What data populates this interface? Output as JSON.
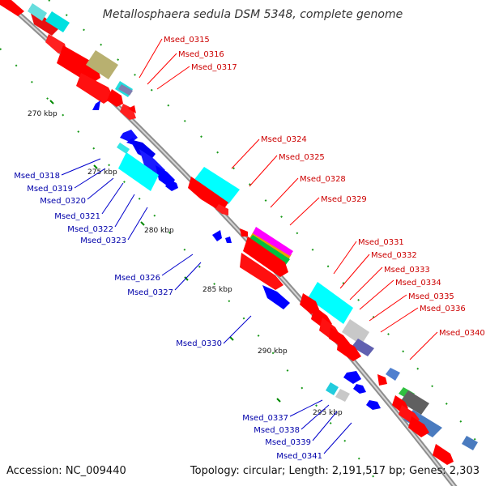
{
  "title": "Metallosphaera sedula DSM 5348, complete genome",
  "footer": {
    "accession": "Accession: NC_009440",
    "summary": "Topology: circular; Length: 2,191,517 bp; Genes: 2,303"
  },
  "colors": {
    "backbone": "#999999",
    "forward_gene": "#ff0000",
    "reverse_gene": "#0000ff",
    "forward_label": "#cc0000",
    "reverse_label": "#0000aa",
    "tick": "#008800"
  },
  "ticks": [
    "270 kbp",
    "275 kbp",
    "280 kbp",
    "285 kbp",
    "290 kbp",
    "295 kbp"
  ],
  "forward_labels": [
    "Msed_0315",
    "Msed_0316",
    "Msed_0317",
    "Msed_0324",
    "Msed_0325",
    "Msed_0328",
    "Msed_0329",
    "Msed_0331",
    "Msed_0332",
    "Msed_0333",
    "Msed_0334",
    "Msed_0335",
    "Msed_0336",
    "Msed_0340"
  ],
  "reverse_labels": [
    "Msed_0318",
    "Msed_0319",
    "Msed_0320",
    "Msed_0321",
    "Msed_0322",
    "Msed_0323",
    "Msed_0326",
    "Msed_0327",
    "Msed_0330",
    "Msed_0337",
    "Msed_0338",
    "Msed_0339",
    "Msed_0341"
  ]
}
